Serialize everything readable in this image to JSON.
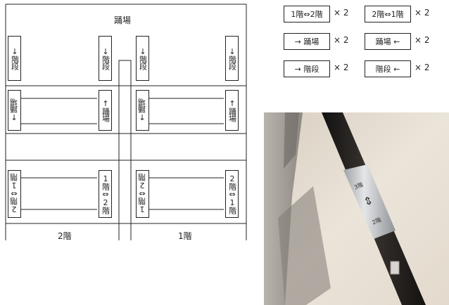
{
  "diagram": {
    "top_label": "踊場",
    "floor_left": "2階",
    "floor_right": "1階",
    "row1": {
      "left_outer": "↓階段",
      "left_inner": "↓階段",
      "right_inner": "↓階段",
      "right_outer": "↓階段"
    },
    "row2": {
      "left_outer": "↑踊場",
      "left_inner": "↑踊場",
      "right_inner": "↑踊場",
      "right_outer": "↑踊場"
    },
    "row3": {
      "left_outer": "2階⇔1階",
      "left_inner": "1階⇔2階",
      "right_inner": "1階⇔2階",
      "right_outer": "2階⇔1階"
    }
  },
  "legend": [
    {
      "label": "1階⇔2階",
      "mult": "× 2"
    },
    {
      "label": "2階⇔1階",
      "mult": "× 2"
    },
    {
      "label": "→ 踊場",
      "mult": "× 2"
    },
    {
      "label": "踊場 ←",
      "mult": "× 2"
    },
    {
      "label": "→ 階段",
      "mult": "× 2"
    },
    {
      "label": "階段 ←",
      "mult": "× 2"
    }
  ],
  "photo": {
    "sticker_top": "3階",
    "sticker_bottom": "2階",
    "colors": {
      "wall": "#e9e2d6",
      "rail": "#2a2522",
      "sticker": "#c9ccce"
    }
  }
}
